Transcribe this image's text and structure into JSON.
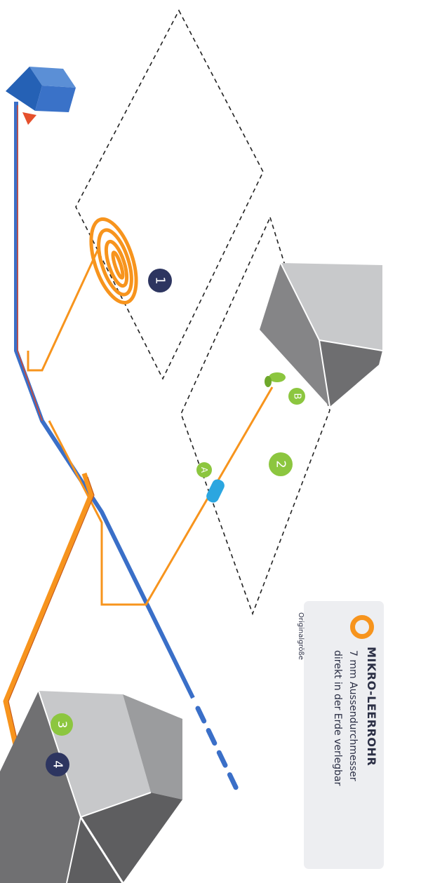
{
  "badges": {
    "b1": "1",
    "b2": "2",
    "b3": "3",
    "b4": "4",
    "bA": "A",
    "bB": "B"
  },
  "legend": {
    "title": "MIKRO-LEERROHR",
    "line1": "7 mm Aussendurchmesser",
    "line2": "direkt in der Erde verlegbar",
    "note": "Originalgröße"
  },
  "colors": {
    "main_pipe": "#3a6fc8",
    "micro_duct": "#f7941d",
    "badge_dark": "#2d3560",
    "badge_green": "#8cc63f",
    "coupler": "#2ba6e0"
  }
}
